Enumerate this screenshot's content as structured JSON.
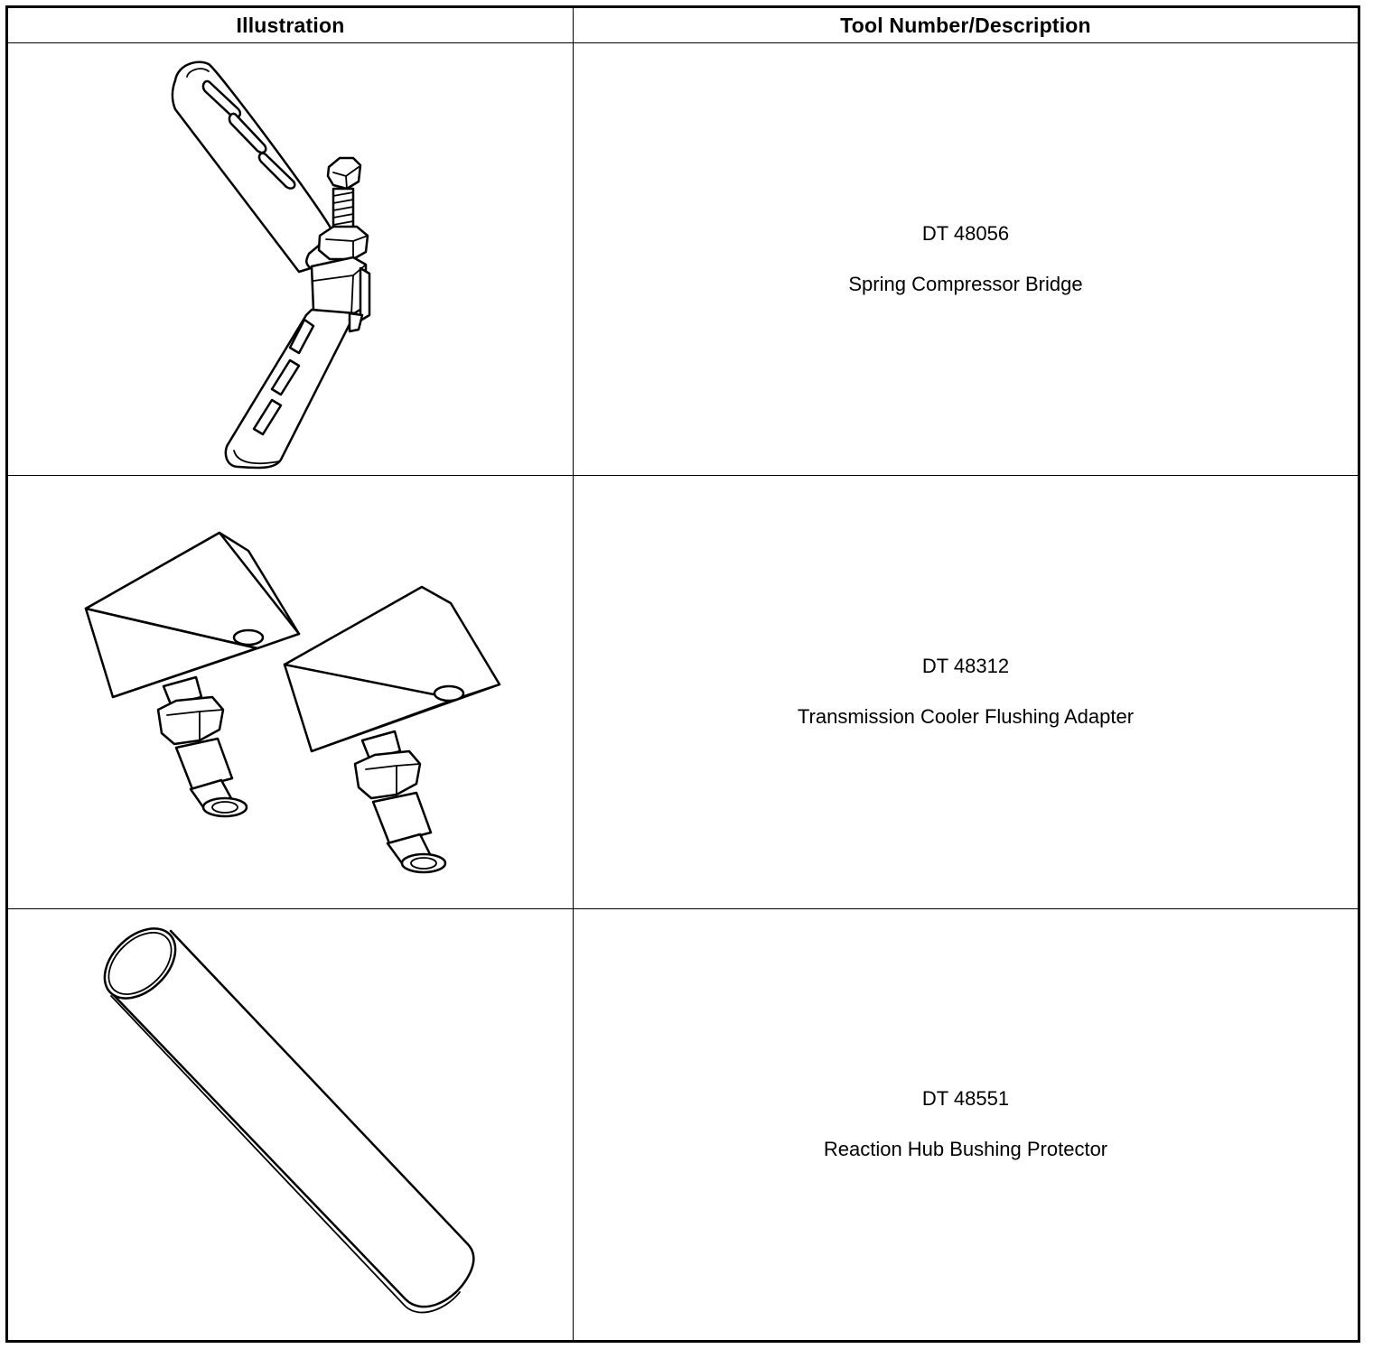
{
  "table": {
    "headers": {
      "illustration": "Illustration",
      "tool": "Tool Number/Description"
    },
    "rows": [
      {
        "tool_number": "DT 48056",
        "description": "Spring Compressor Bridge",
        "illustration_icon": "spring-compressor-bridge-drawing"
      },
      {
        "tool_number": "DT 48312",
        "description": "Transmission Cooler Flushing Adapter",
        "illustration_icon": "cooler-flushing-adapter-drawing"
      },
      {
        "tool_number": "DT 48551",
        "description": "Reaction Hub Bushing Protector",
        "illustration_icon": "bushing-protector-drawing"
      }
    ]
  }
}
